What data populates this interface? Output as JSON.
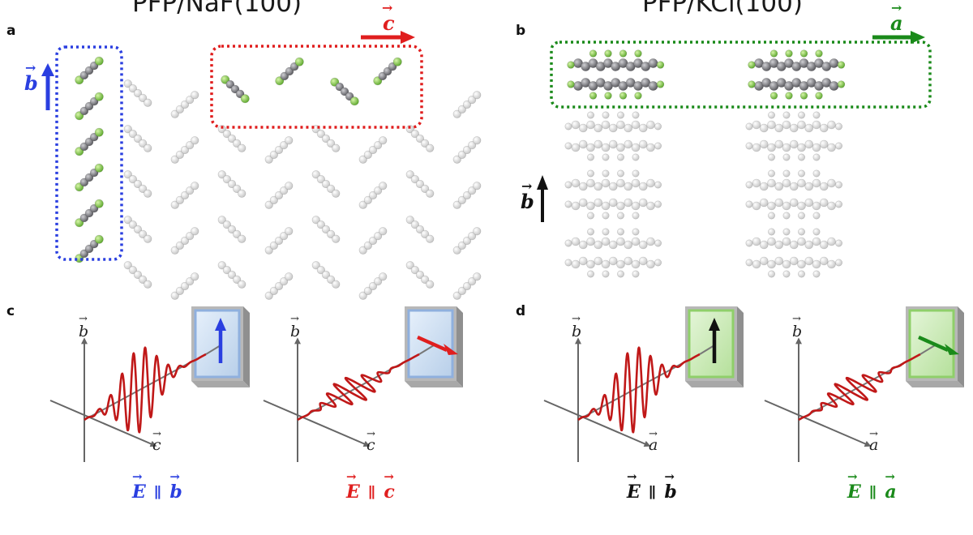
{
  "titles": {
    "left": "PFP/NaF(100)",
    "right": "PFP/KCl(100)"
  },
  "panels": {
    "a": "a",
    "b": "b",
    "c": "c",
    "d": "d"
  },
  "axes": {
    "a": "a",
    "b": "b",
    "c": "c"
  },
  "equations": {
    "c1": {
      "lhs": "E",
      "sep": "∥",
      "rhs": "b"
    },
    "c2": {
      "lhs": "E",
      "sep": "∥",
      "rhs": "c"
    },
    "d1": {
      "lhs": "E",
      "sep": "∥",
      "rhs": "b"
    },
    "d2": {
      "lhs": "E",
      "sep": "∥",
      "rhs": "a"
    }
  },
  "colors": {
    "blue": "#2a3fe0",
    "red": "#e01e1e",
    "green": "#1a8a1a",
    "wave": "#c01818",
    "fluorine": "#7dc63a",
    "carbon": "#6e6e72"
  }
}
